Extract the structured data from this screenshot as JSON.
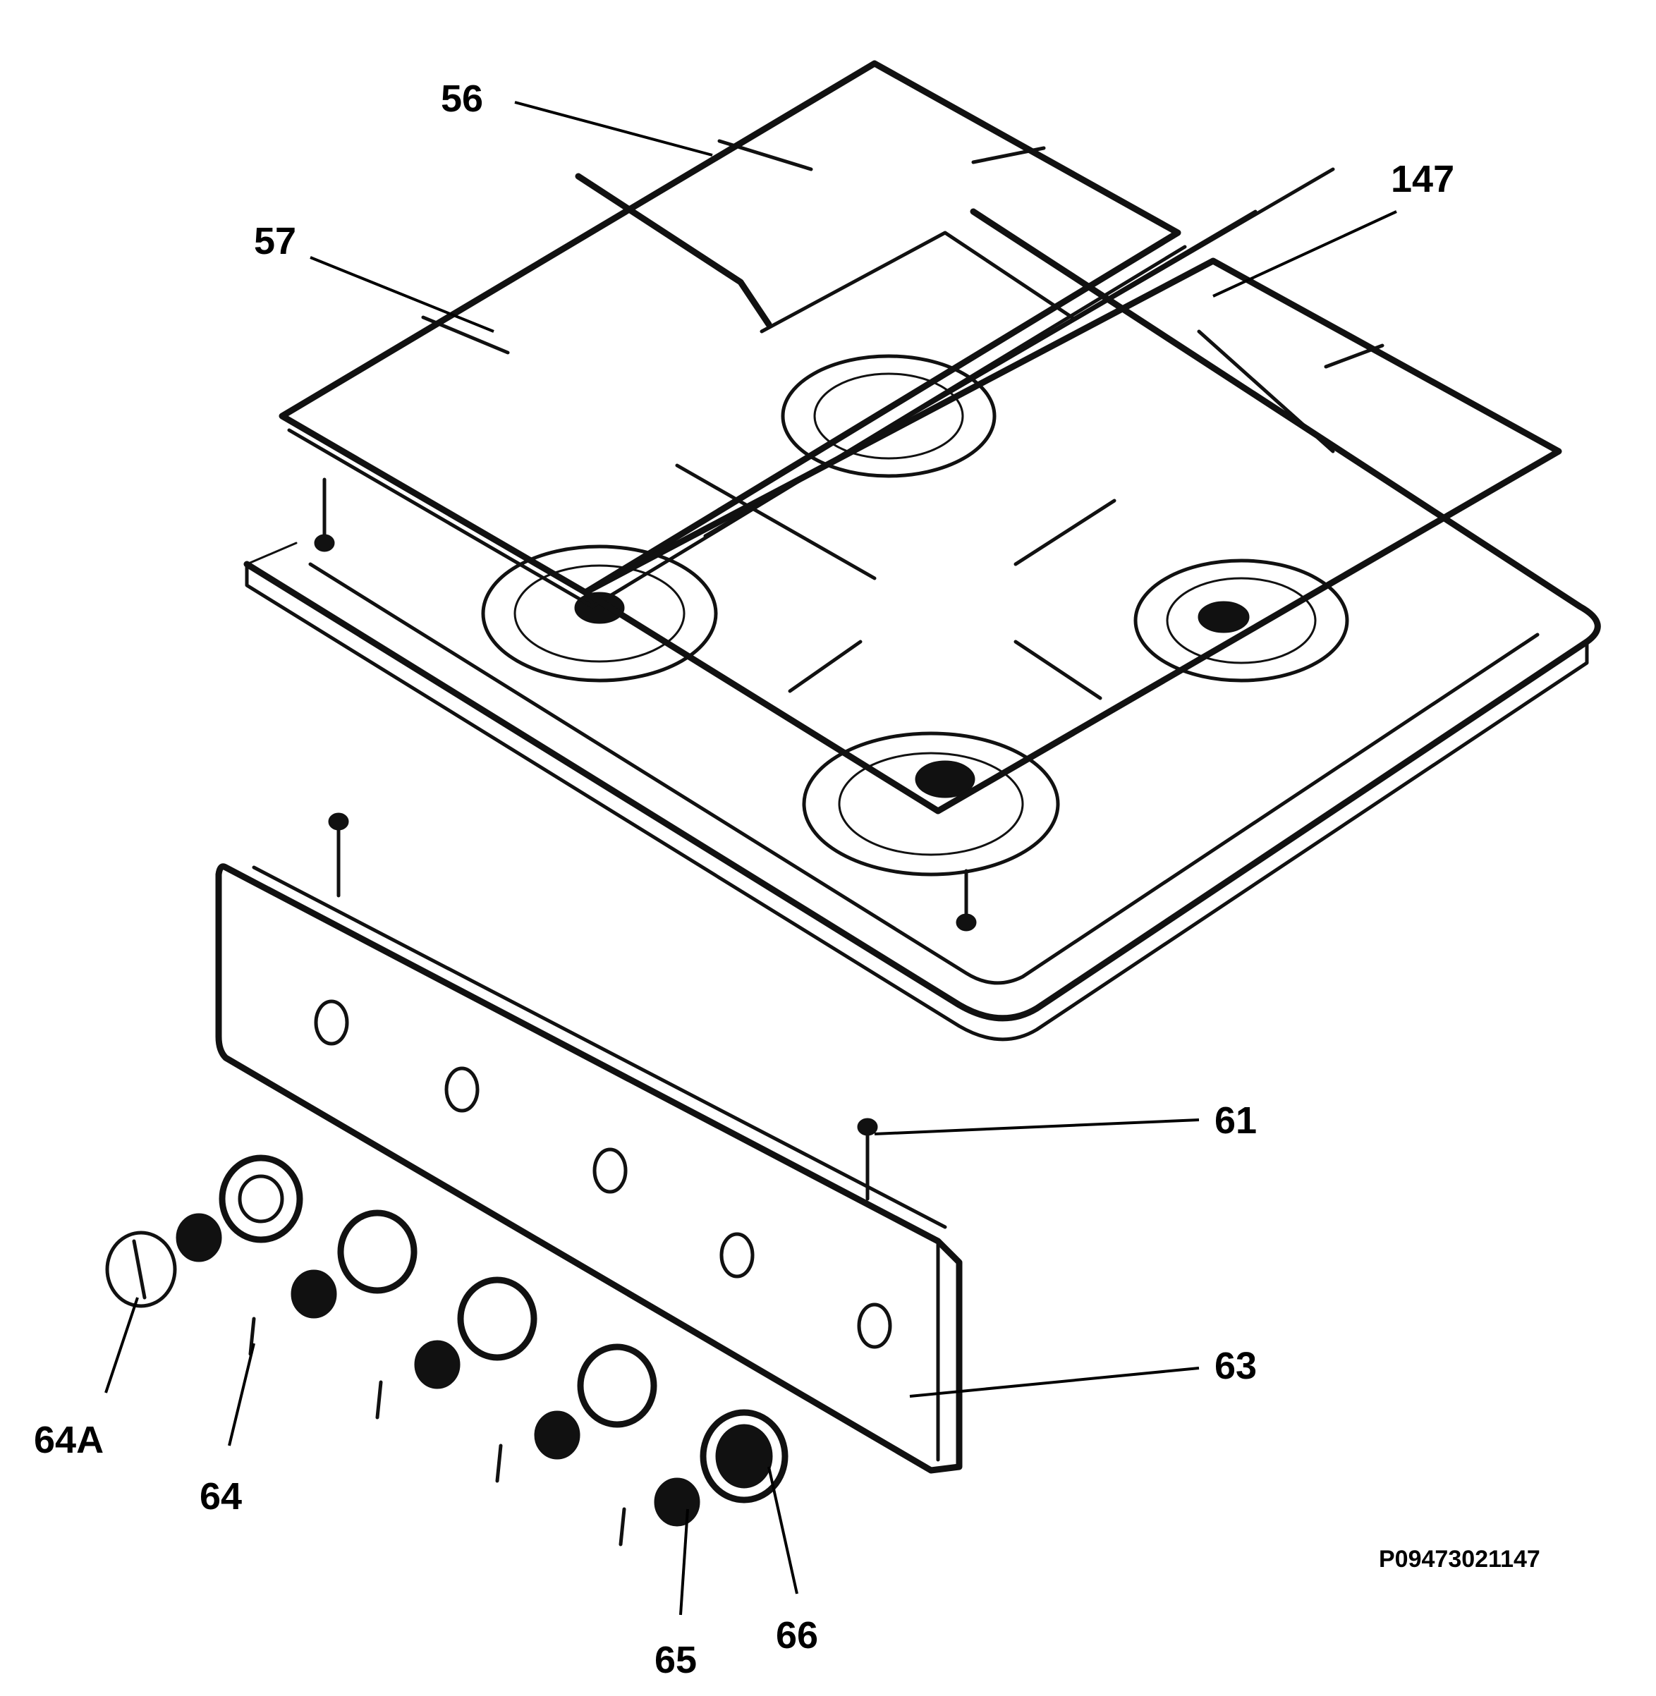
{
  "diagram": {
    "callouts": [
      {
        "id": "56",
        "text": "56"
      },
      {
        "id": "57",
        "text": "57"
      },
      {
        "id": "147",
        "text": "147"
      },
      {
        "id": "61",
        "text": "61"
      },
      {
        "id": "63",
        "text": "63"
      },
      {
        "id": "64A",
        "text": "64A"
      },
      {
        "id": "64",
        "text": "64"
      },
      {
        "id": "65",
        "text": "65"
      },
      {
        "id": "66",
        "text": "66"
      }
    ],
    "drawing_code": "P09473021147",
    "stroke_color": "#111111",
    "background_color": "#ffffff"
  }
}
